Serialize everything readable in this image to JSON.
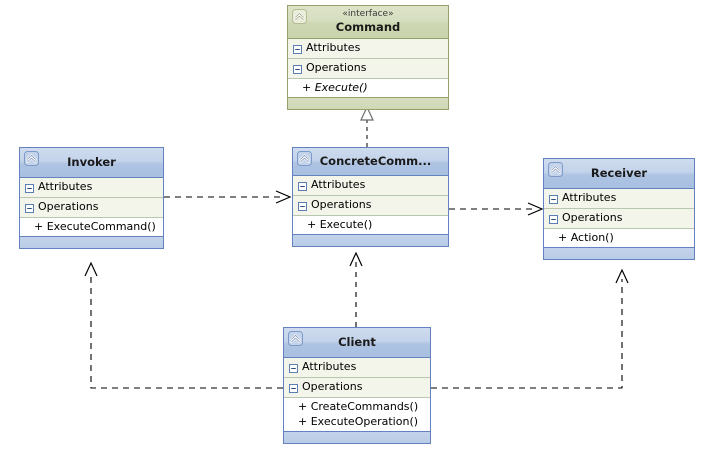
{
  "diagram": {
    "title": "Command Pattern UML Class Diagram",
    "kind": "uml-class-diagram",
    "background": "#ffffff",
    "colors": {
      "class_border": "#6382bf",
      "class_header_top": "#cfdcee",
      "class_header_bottom": "#a8bfe0",
      "interface_border": "#96a06a",
      "interface_header_top": "#dde4c8",
      "interface_header_bottom": "#c9d4ac",
      "compartment_bg": "#f3f5ea",
      "connector": "#000000"
    }
  },
  "classes": [
    {
      "id": "command",
      "stereotype": "«interface»",
      "name": "Command",
      "attributes_label": "Attributes",
      "operations_label": "Operations",
      "operations": [
        {
          "text": "+ Execute()",
          "italic": true
        }
      ]
    },
    {
      "id": "invoker",
      "stereotype": "",
      "name": "Invoker",
      "attributes_label": "Attributes",
      "operations_label": "Operations",
      "operations": [
        {
          "text": "+ ExecuteCommand()",
          "italic": false
        }
      ]
    },
    {
      "id": "concretecommand",
      "stereotype": "",
      "name": "ConcreteComm...",
      "attributes_label": "Attributes",
      "operations_label": "Operations",
      "operations": [
        {
          "text": "+ Execute()",
          "italic": false
        }
      ]
    },
    {
      "id": "receiver",
      "stereotype": "",
      "name": "Receiver",
      "attributes_label": "Attributes",
      "operations_label": "Operations",
      "operations": [
        {
          "text": "+ Action()",
          "italic": false
        }
      ]
    },
    {
      "id": "client",
      "stereotype": "",
      "name": "Client",
      "attributes_label": "Attributes",
      "operations_label": "Operations",
      "operations": [
        {
          "text": "+ CreateCommands()",
          "italic": false
        },
        {
          "text": "+ ExecuteOperation()",
          "italic": false
        }
      ]
    }
  ],
  "relationships": [
    {
      "id": "rel-realization",
      "from": "concretecommand",
      "to": "command",
      "type": "realization",
      "line": "dashed",
      "head": "hollow-triangle"
    },
    {
      "id": "rel-invoker-command",
      "from": "invoker",
      "to": "concretecommand",
      "type": "dependency",
      "line": "dashed",
      "head": "open-arrow"
    },
    {
      "id": "rel-command-receiver",
      "from": "concretecommand",
      "to": "receiver",
      "type": "dependency",
      "line": "dashed",
      "head": "open-arrow"
    },
    {
      "id": "rel-client-concretecommand",
      "from": "client",
      "to": "concretecommand",
      "type": "dependency",
      "line": "dashed",
      "head": "open-arrow"
    },
    {
      "id": "rel-client-invoker",
      "from": "client",
      "to": "invoker",
      "type": "dependency",
      "line": "dashed",
      "head": "open-arrow"
    },
    {
      "id": "rel-client-receiver",
      "from": "client",
      "to": "receiver",
      "type": "dependency",
      "line": "dashed",
      "head": "open-arrow"
    }
  ],
  "icons": {
    "collapse": "chevron-double-up-icon",
    "compartment_toggle": "minus-box-icon"
  }
}
